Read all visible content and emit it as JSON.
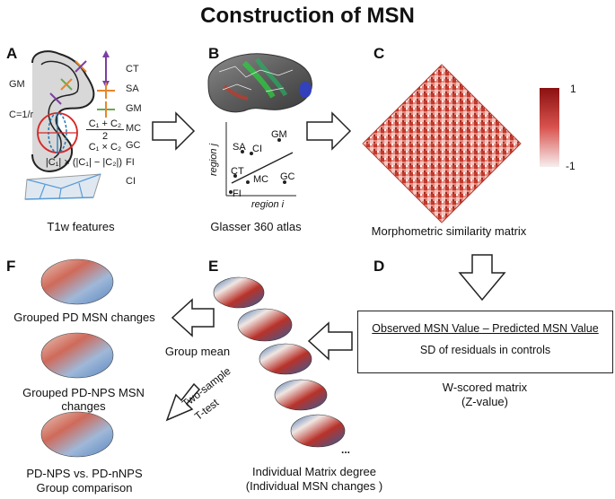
{
  "title": "Construction of MSN",
  "panels": {
    "a": {
      "letter": "A",
      "caption": "T1w features",
      "gm_label": "GM",
      "curvature_label": "C=1/r",
      "features": [
        "CT",
        "SA",
        "GM",
        "MC",
        "GC",
        "FI",
        "CI"
      ],
      "mc_formula_top": "C₁ + C₂",
      "mc_formula_bottom": "2",
      "gc_formula": "C₁ × C₂",
      "fi_formula": "|C₁| × (|C₁| − |C₂|)"
    },
    "b": {
      "letter": "B",
      "caption": "Glasser 360 atlas",
      "scatter_points": [
        "SA",
        "CI",
        "GM",
        "CT",
        "MC",
        "GC",
        "FI"
      ],
      "xlabel": "region i",
      "ylabel": "region j"
    },
    "c": {
      "letter": "C",
      "caption": "Morphometric similarity matrix",
      "colorbar_max": "1",
      "colorbar_min": "-1"
    },
    "d": {
      "letter": "D",
      "numerator": "Observed MSN Value – Predicted MSN Value",
      "denominator": "SD of residuals in controls",
      "caption_line1": "W-scored matrix",
      "caption_line2": "(Z-value)"
    },
    "e": {
      "letter": "E",
      "ellipsis": "...",
      "caption_line1": "Individual Matrix degree",
      "caption_line2": "(Individual MSN changes )"
    },
    "f": {
      "letter": "F",
      "label1": "Grouped PD MSN changes",
      "label2": "Grouped PD-NPS MSN changes",
      "label3_line1": "PD-NPS vs. PD-nNPS",
      "label3_line2": "Group comparison"
    }
  },
  "arrows": {
    "group_mean": "Group mean",
    "ttest_line1": "Two-sample",
    "ttest_line2": "T-test"
  },
  "colors": {
    "matrix_red": "#c0392b",
    "brain_red": "#b8322a",
    "brain_blue": "#3b6fb0",
    "colorbar_top": "#8b1010",
    "colorbar_bottom": "#f7eeee"
  }
}
